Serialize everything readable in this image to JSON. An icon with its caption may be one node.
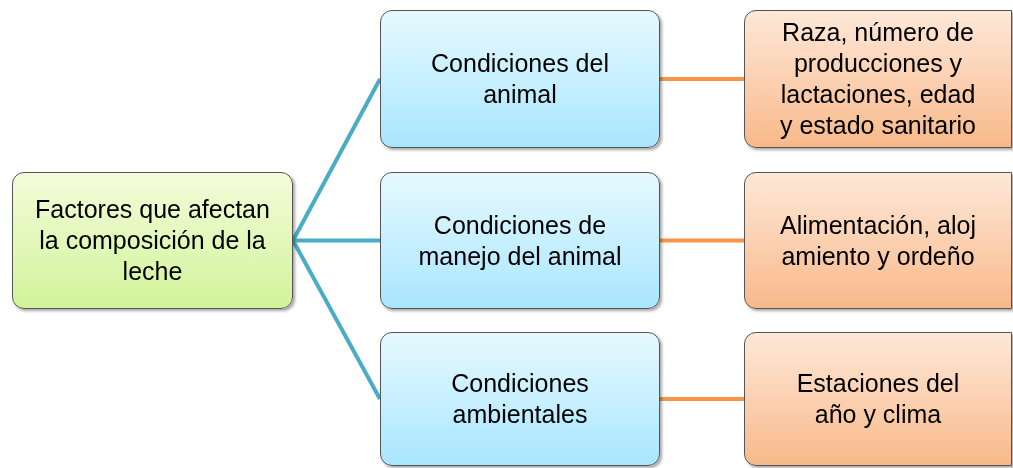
{
  "diagram": {
    "nodes": [
      {
        "text": [
          "Factores que afectan la composición de la leche"
        ]
      },
      {
        "text": [
          "Condiciones del animal"
        ]
      },
      {
        "text": [
          "Condiciones de manejo del animal"
        ]
      },
      {
        "text": [
          "Condiciones ambientales"
        ]
      },
      {
        "text": [
          "Raza, número de producciones y lactaciones, edad y estado sanitario"
        ]
      },
      {
        "text": [
          "Alimentación, aloj amiento y ordeño"
        ]
      },
      {
        "text": [
          "Estaciones del año y clima"
        ]
      }
    ],
    "edges": [
      {
        "from": 0,
        "to": 1,
        "arrow": "none",
        "color": "#4bacc6"
      },
      {
        "from": 0,
        "to": 2,
        "arrow": "none",
        "color": "#4bacc6"
      },
      {
        "from": 0,
        "to": 3,
        "arrow": "none",
        "color": "#4bacc6"
      },
      {
        "from": 1,
        "to": 4,
        "arrow": "none",
        "color": "#f79646"
      },
      {
        "from": 2,
        "to": 5,
        "arrow": "none",
        "color": "#f79646"
      },
      {
        "from": 3,
        "to": 6,
        "arrow": "none",
        "color": "#f79646"
      }
    ]
  }
}
